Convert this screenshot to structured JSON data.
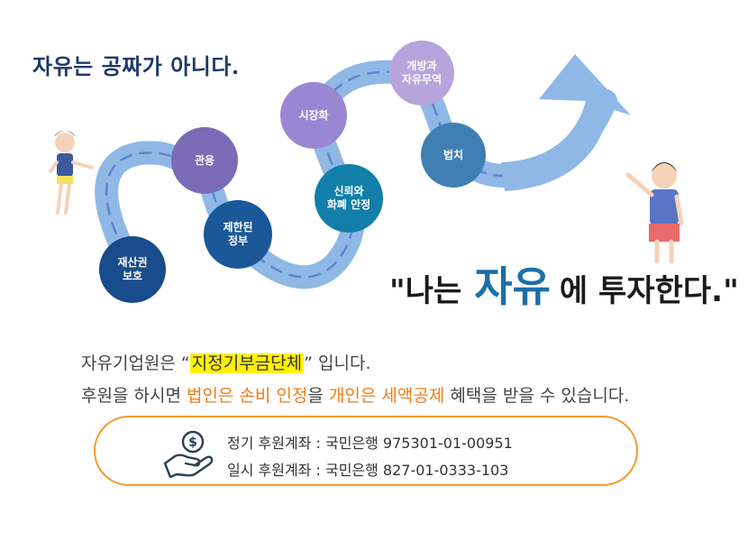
{
  "headline": "자유는 공짜가 아니다.",
  "roadmap": {
    "nodes": [
      {
        "label": "재산권\n보호",
        "color": "#184c8c"
      },
      {
        "label": "관용",
        "color": "#7a6bb7"
      },
      {
        "label": "제한된\n정부",
        "color": "#1b5899"
      },
      {
        "label": "시장화",
        "color": "#9987d4"
      },
      {
        "label": "신뢰와\n화폐 안정",
        "color": "#117fa9"
      },
      {
        "label": "개방과\n자유무역",
        "color": "#b8a4dc"
      },
      {
        "label": "법치",
        "color": "#3f7fb3"
      }
    ]
  },
  "slogan": {
    "part1": "\"나는",
    "highlight": "자유",
    "part2": "에 투자한다.\""
  },
  "info": {
    "line1_prefix": "자유기업원은 “",
    "line1_highlight": "지정기부금단체",
    "line1_suffix": "” 입니다.",
    "line2_prefix": "후원을 하시면 ",
    "line2_hl1": "법인은 손비 인정",
    "line2_mid": "을 ",
    "line2_hl2": "개인은 세액공제",
    "line2_suffix": " 혜택을 받을 수 있습니다."
  },
  "accounts": {
    "regular": "정기 후원계좌 : 국민은행 975301-01-00951",
    "once": "일시 후원계좌 : 국민은행 827-01-0333-103",
    "icon": "money-hand-icon",
    "border_color": "#f39a2b"
  },
  "colors": {
    "headline": "#1f3a68",
    "road": "#8fb8e6",
    "slogan_accent": "#1b6fa8",
    "highlight_yellow": "#fff200",
    "highlight_orange": "#ef7d1a"
  }
}
